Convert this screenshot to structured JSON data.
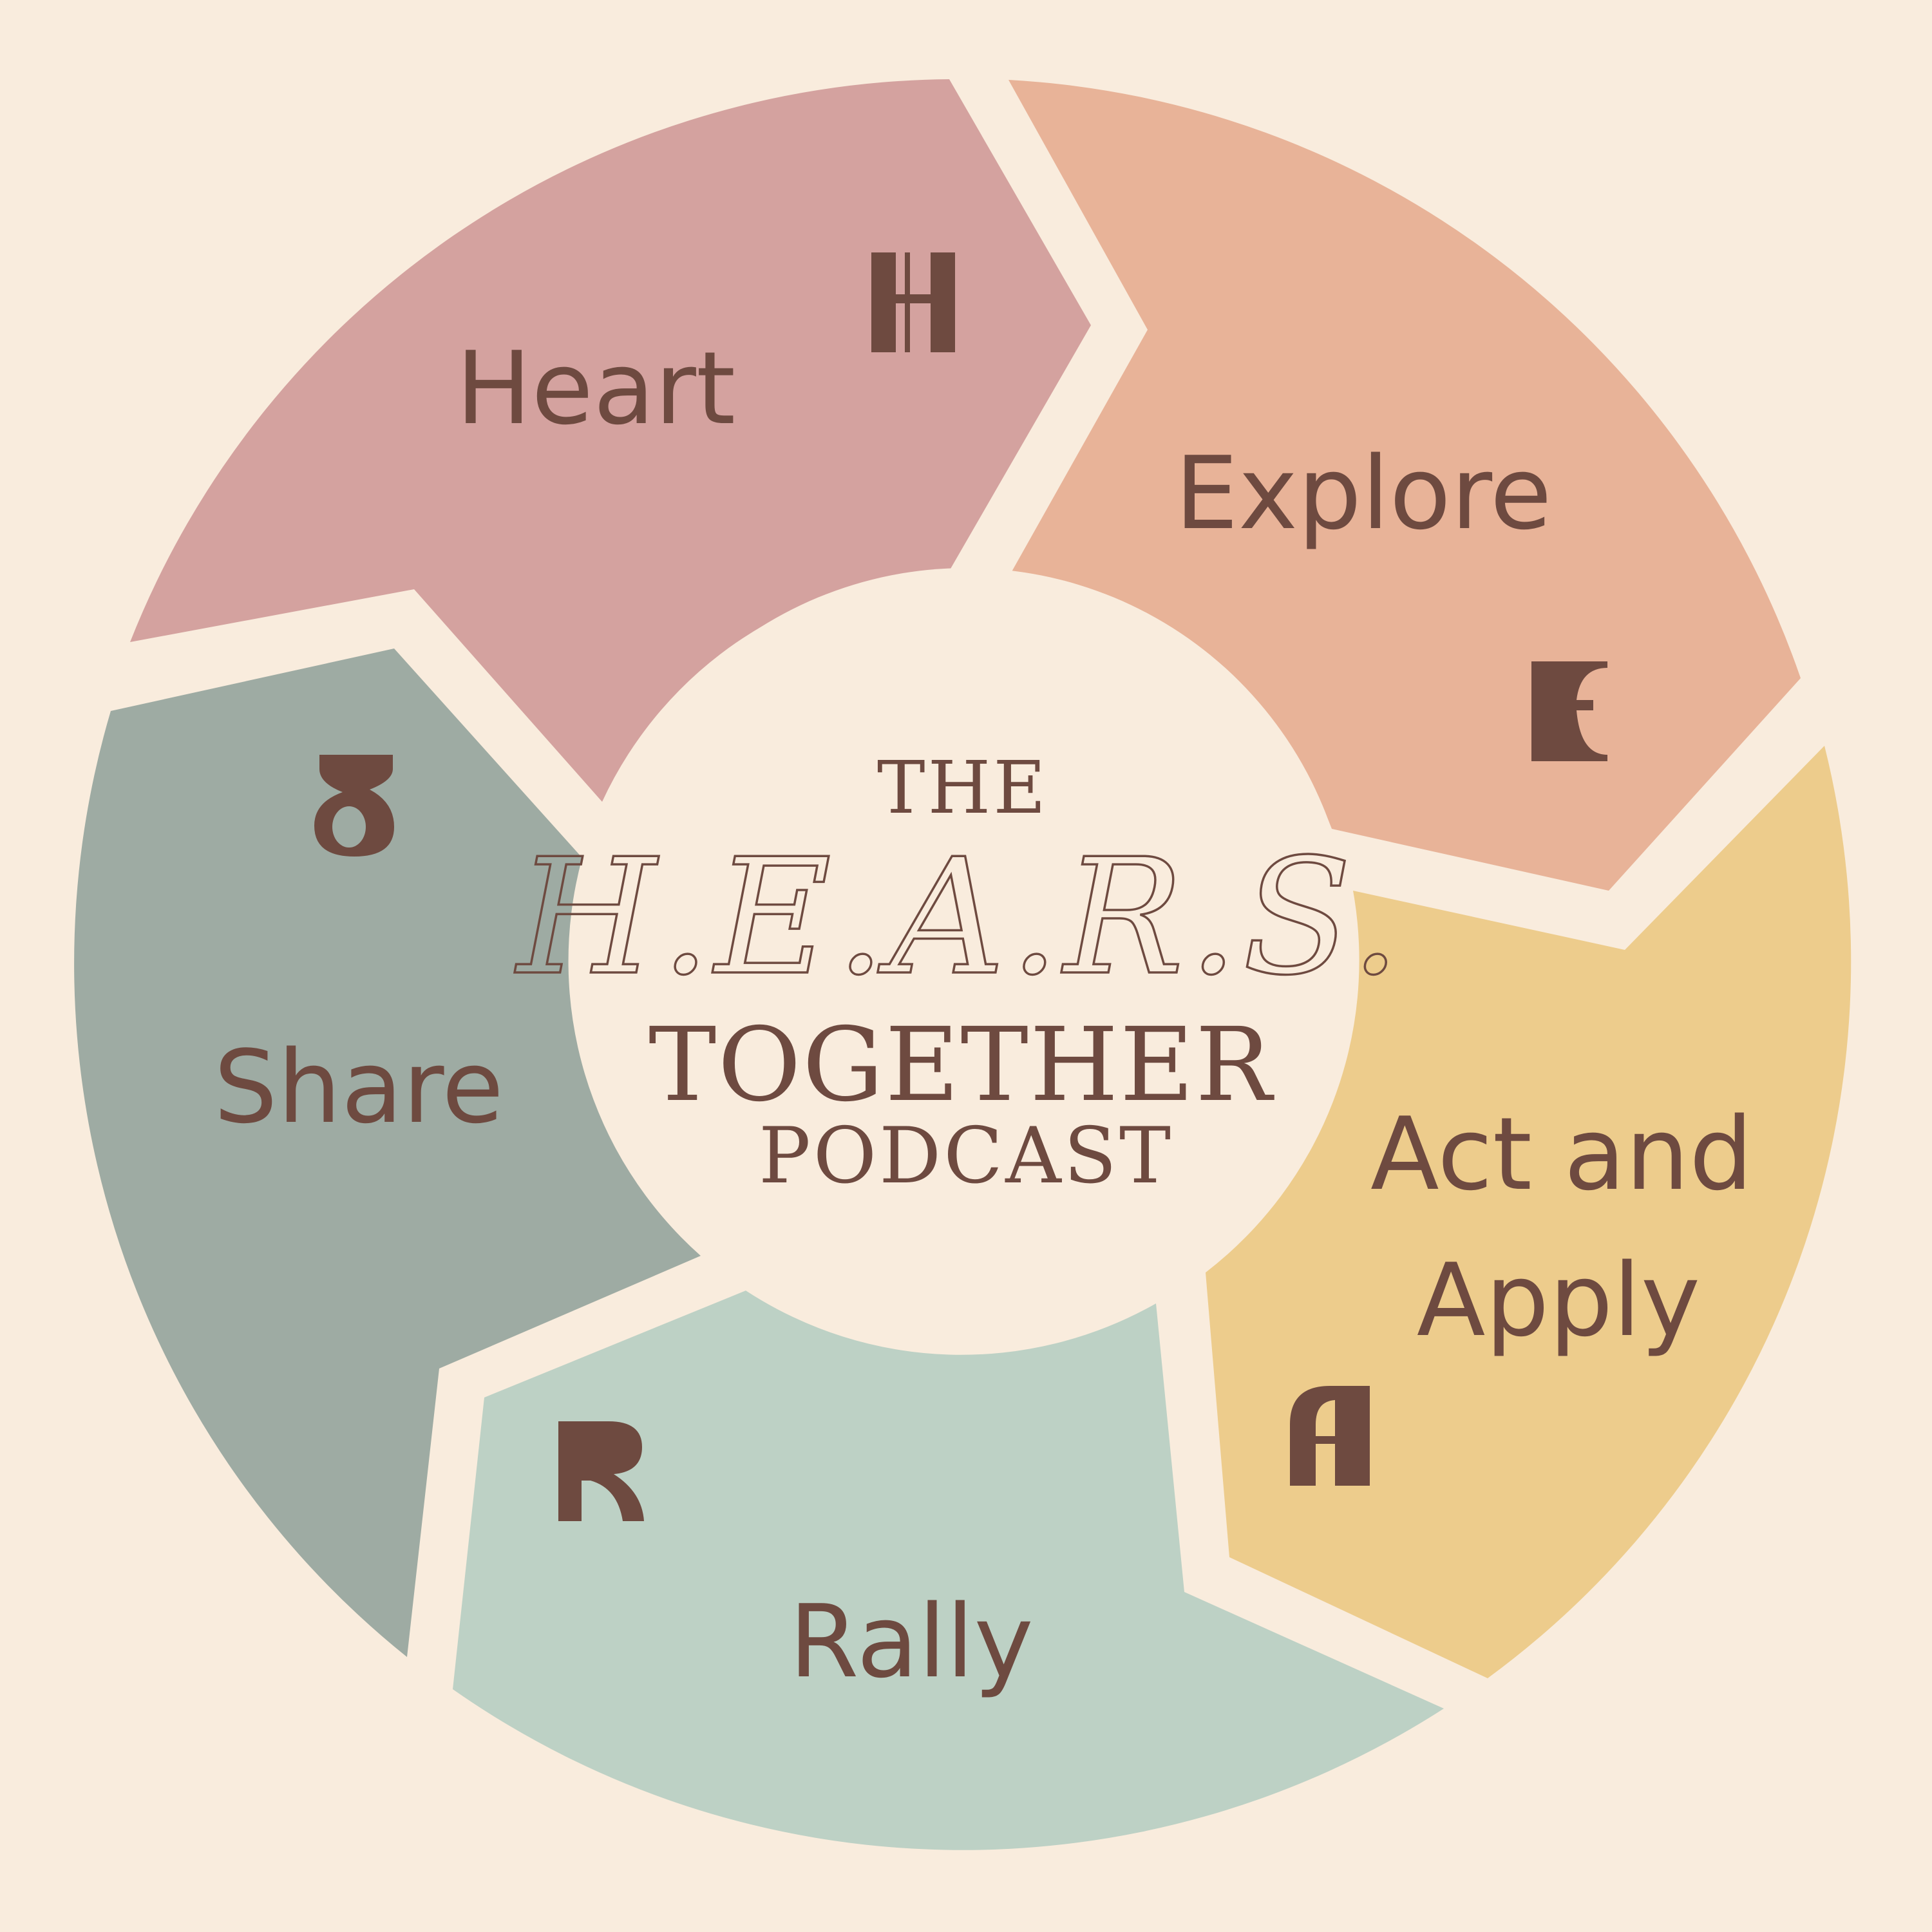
{
  "colors": {
    "background": "#F9ECDD",
    "text": "#6E4A40",
    "heart": "#D4A29F",
    "explore": "#E8B398",
    "act_and_apply": "#EDCC8C",
    "rally": "#BDD1C5",
    "share": "#9EABA3"
  },
  "segments": [
    {
      "key": "heart",
      "label": "Heart",
      "letter": "H"
    },
    {
      "key": "explore",
      "label": "Explore",
      "letter": "E"
    },
    {
      "key": "act_and_apply",
      "label_line1": "Act and",
      "label_line2": "Apply",
      "letter": "A"
    },
    {
      "key": "rally",
      "label": "Rally",
      "letter": "R"
    },
    {
      "key": "share",
      "label": "Share",
      "letter": "S"
    }
  ],
  "center": {
    "line1": "THE",
    "script": "H.E.A.R.S.",
    "line3": "TOGETHER",
    "line4": "PODCAST"
  }
}
